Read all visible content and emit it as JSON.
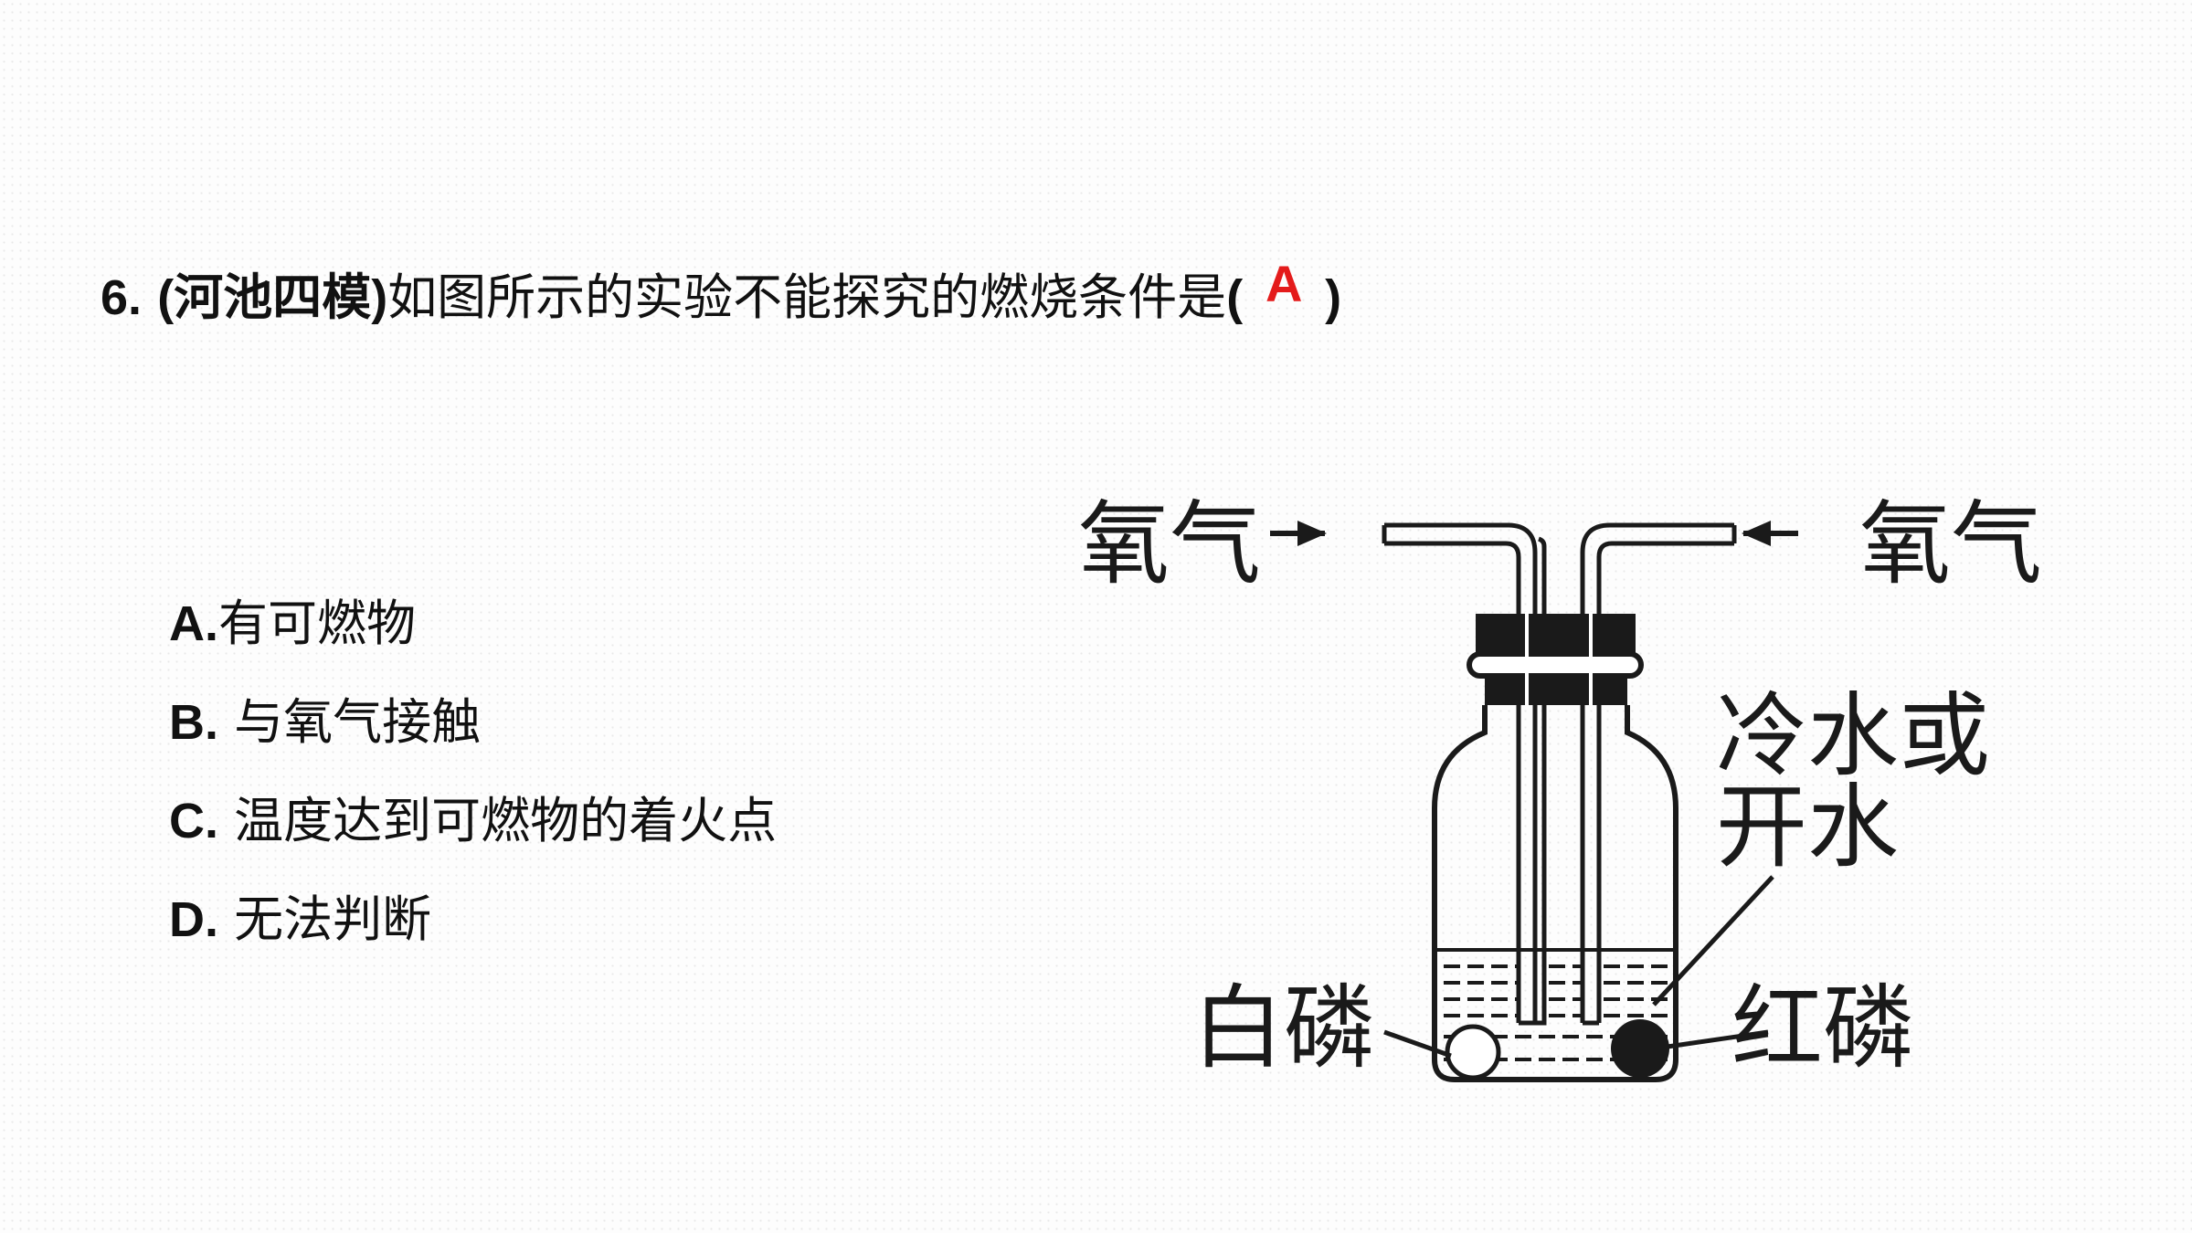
{
  "question": {
    "number": "6.",
    "source": "(河池四模)",
    "text": "如图所示的实验不能探究的燃烧条件是",
    "paren_open": "(",
    "answer": "A",
    "paren_close": ")"
  },
  "options": [
    {
      "letter": "A.",
      "text": "有可燃物"
    },
    {
      "letter": "B.",
      "text": "与氧气接触"
    },
    {
      "letter": "C.",
      "text": "温度达到可燃物的着火点"
    },
    {
      "letter": "D.",
      "text": "无法判断"
    }
  ],
  "figure": {
    "oxygen_left": "氧气",
    "oxygen_right": "氧气",
    "water_line1": "冷水或",
    "water_line2": "开水",
    "white_phosphorus": "白磷",
    "red_phosphorus": "红磷"
  },
  "colors": {
    "answer": "#e41b1b",
    "text": "#111111"
  }
}
